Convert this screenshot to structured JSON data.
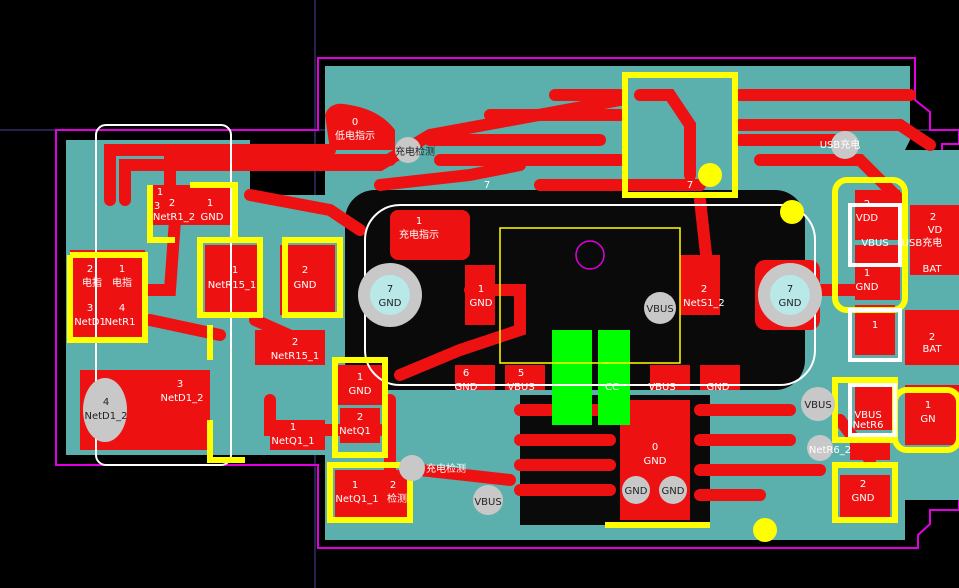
{
  "colors": {
    "background": "#000000",
    "board_outline": "#e000e0",
    "copper_top": "#ee1111",
    "copper_pour": "#5bb0ae",
    "selection": "#ffff00",
    "silkscreen": "#ffffff",
    "via": "#c8c8c8",
    "green_pad": "#00ff00",
    "crosshair": "#8080ff"
  },
  "labels": {
    "low_batt_num": "0",
    "low_batt": "低电指示",
    "charge_detect_top": "充电检测",
    "usb_charge_top": "USB充电",
    "charge_ind_num": "1",
    "charge_ind": "充电指示",
    "net_7a": "7",
    "net_7b": "7",
    "r1_pad1": "1",
    "r1_pad2": "2",
    "r1_pad3": "3",
    "netr1_2": "NetR1_2",
    "gnd_r1": "GND",
    "d_left_pad2": "2",
    "d_left_pad1": "1",
    "d_left_name_a": "电指",
    "d_left_name_b": "电指",
    "d_left_pad3": "3",
    "d_left_pad4": "4",
    "netd1_r": "NetD1",
    "netr1_r": "NetR1",
    "r15_pad1": "1",
    "netr15_1a": "NetR15_1",
    "r15_pad2": "2",
    "gnd_r15": "GND",
    "netr15_pad2": "2",
    "netr15_1b": "NetR15_1",
    "d1_pad3": "3",
    "netd1_2a": "NetD1_2",
    "d1_pad4": "4",
    "netd1_2b": "NetD1_2",
    "mh_left_num": "7",
    "mh_left_gnd": "GND",
    "mh_right_num": "7",
    "mh_right_gnd": "GND",
    "u_pad1": "1",
    "u_gnd": "GND",
    "q1_pad1": "1",
    "q1_gnd": "GND",
    "q1_pad2": "2",
    "netq1": "NetQ1",
    "q1b_pad1": "1",
    "netq1_1": "NetQ1_1",
    "q1c_pad1": "1",
    "q1c_pad2": "2",
    "netq1_c": "NetQ1_1",
    "detect_lbl": "检测",
    "charge_detect_bottom": "充电检测",
    "vbus_via_left": "VBUS",
    "vbus_mid": "VBUS",
    "pad_6": "6",
    "pad_6_gnd": "GND",
    "pad_5": "5",
    "pad_5_vbus": "VBUS",
    "pad_vbus_r": "VBUS",
    "pad_gnd_r": "GND",
    "pad_cc_r": "CC",
    "netes1_num": "2",
    "netes1": "NetS1_2",
    "gnd_bottom_num": "0",
    "gnd_bottom": "GND",
    "gnd_via_a": "GND",
    "gnd_via_b": "GND",
    "vdd_num": "2",
    "vdd": "VDD",
    "vdd2": "VD",
    "pad_2b": "2",
    "vbus_r1": "VBUS",
    "usb_charge_r": "USB充电",
    "gnd_r_pad1": "1",
    "gnd_r_pad": "GND",
    "bat_top": "BAT",
    "pad_1_r": "1",
    "pad_2_bat": "2",
    "bat_bot": "BAT",
    "vbus_via_r": "VBUS",
    "vbus_pad": "VBUS",
    "netr6_via": "NetR6",
    "netr6_2": "NetR6_2",
    "gn_pad1": "1",
    "gn_pad": "GN",
    "gnd_br_num": "2",
    "gnd_br": "GND"
  }
}
